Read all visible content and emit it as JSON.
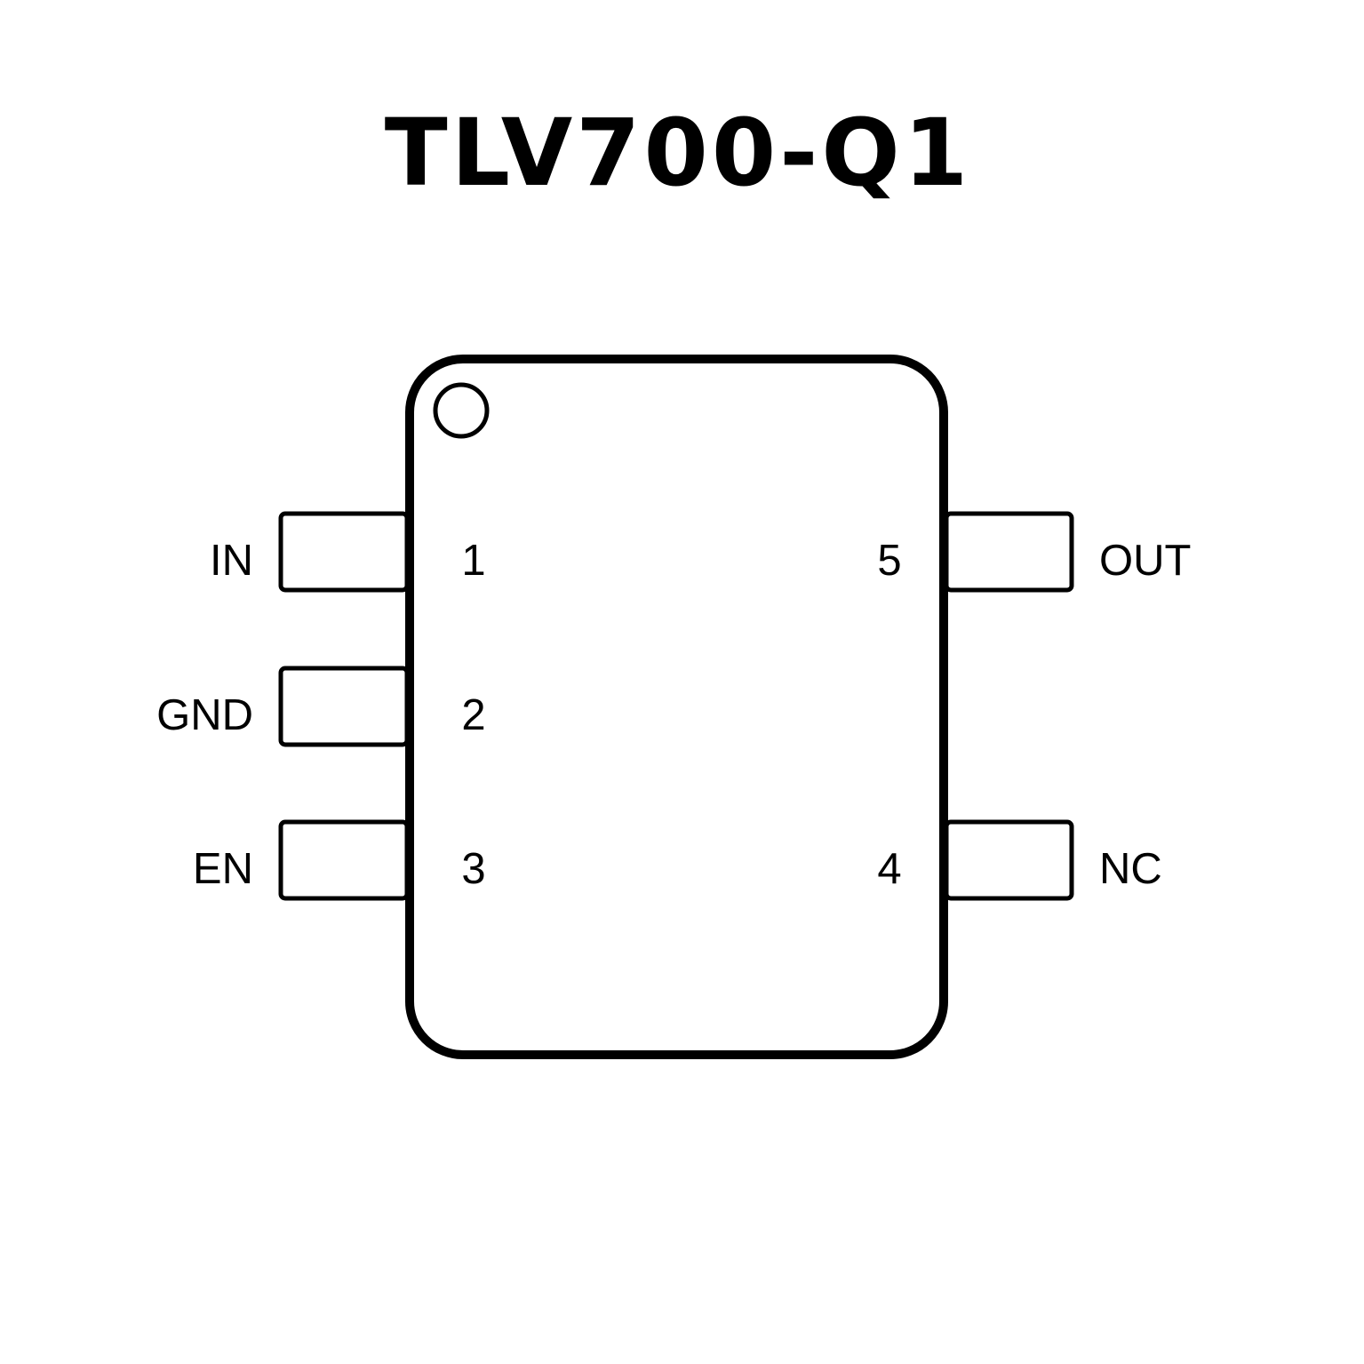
{
  "title": "TLV700-Q1",
  "pins": {
    "p1": {
      "number": "1",
      "name": "IN"
    },
    "p2": {
      "number": "2",
      "name": "GND"
    },
    "p3": {
      "number": "3",
      "name": "EN"
    },
    "p4": {
      "number": "4",
      "name": "NC"
    },
    "p5": {
      "number": "5",
      "name": "OUT"
    }
  }
}
